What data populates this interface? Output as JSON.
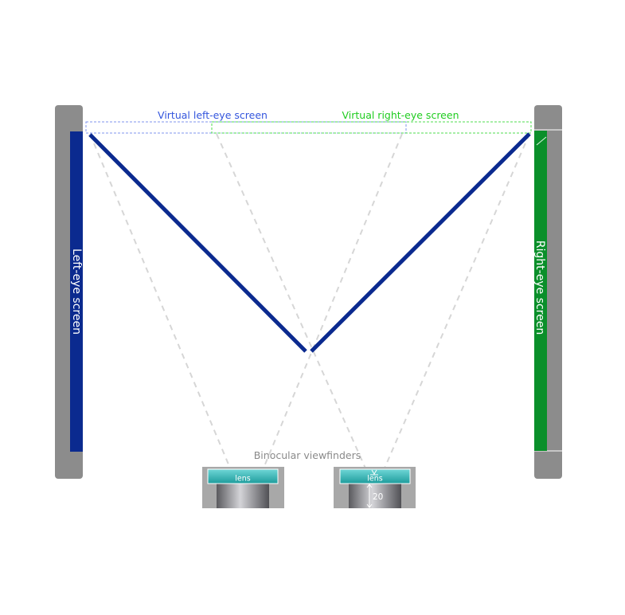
{
  "labels": {
    "virtual_left": "Virtual left-eye screen",
    "virtual_right": "Virtual right-eye screen",
    "left_screen": "Left-eye screen",
    "right_screen": "Right-eye screen",
    "viewfinders": "Binocular viewfinders",
    "lens_left": "lens",
    "lens_right": "lens",
    "dimension": "20"
  },
  "colors": {
    "left_accent": "#0b2a8f",
    "left_label": "#3355dd",
    "right_accent": "#0a8f2a",
    "right_label": "#1fcc1f",
    "panel_gray": "#8c8c8c",
    "ray_gray": "#d6d6d6",
    "lens_teal": "#2ab8b8",
    "caption_gray": "#8a8a8a"
  }
}
